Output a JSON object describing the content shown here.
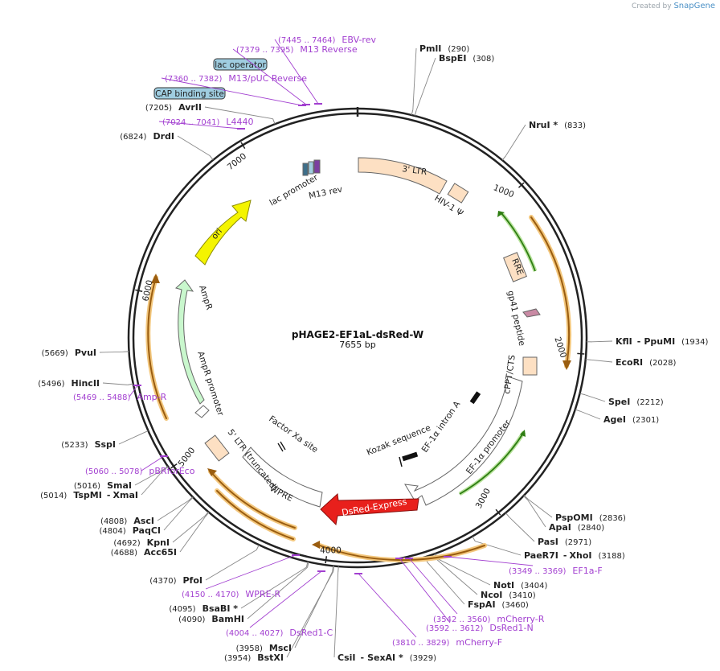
{
  "credit": {
    "prefix": "Created by",
    "brand": "SnapGene"
  },
  "plasmid": {
    "name": "pHAGE2-EF1aL-dsRed-W",
    "size": "7655 bp"
  },
  "ticks": [
    "1000",
    "2000",
    "3000",
    "4000",
    "5000",
    "6000",
    "7000"
  ],
  "enzymes": [
    {
      "name": "PmlI",
      "pos": "(290)"
    },
    {
      "name": "BspEI",
      "pos": "(308)"
    },
    {
      "name": "NruI *",
      "pos": "(833)"
    },
    {
      "name": "KflI",
      "name2": "PpuMI",
      "pos": "(1934)"
    },
    {
      "name": "EcoRI",
      "pos": "(2028)"
    },
    {
      "name": "SpeI",
      "pos": "(2212)"
    },
    {
      "name": "AgeI",
      "pos": "(2301)"
    },
    {
      "name": "PspOMI",
      "pos": "(2836)"
    },
    {
      "name": "ApaI",
      "pos": "(2840)"
    },
    {
      "name": "PasI",
      "pos": "(2971)"
    },
    {
      "name": "PaeR7I",
      "name2": "XhoI",
      "pos": "(3188)"
    },
    {
      "name": "NotI",
      "pos": "(3404)"
    },
    {
      "name": "NcoI",
      "pos": "(3410)"
    },
    {
      "name": "FspAI",
      "pos": "(3460)"
    },
    {
      "name": "CsiI",
      "name2": "SexAI *",
      "pos": "(3929)"
    },
    {
      "name": "BstXI",
      "pos": "(3954)"
    },
    {
      "name": "MscI",
      "pos": "(3958)"
    },
    {
      "name": "BamHI",
      "pos": "(4090)"
    },
    {
      "name": "BsaBI *",
      "pos": "(4095)"
    },
    {
      "name": "PfoI",
      "pos": "(4370)"
    },
    {
      "name": "Acc65I",
      "pos": "(4688)"
    },
    {
      "name": "KpnI",
      "pos": "(4692)"
    },
    {
      "name": "PaqCI",
      "pos": "(4804)"
    },
    {
      "name": "AscI",
      "pos": "(4808)"
    },
    {
      "name": "TspMI",
      "name2": "XmaI",
      "pos": "(5014)"
    },
    {
      "name": "SmaI",
      "pos": "(5016)"
    },
    {
      "name": "SspI",
      "pos": "(5233)"
    },
    {
      "name": "HincII",
      "pos": "(5496)"
    },
    {
      "name": "PvuI",
      "pos": "(5669)"
    },
    {
      "name": "DrdI",
      "pos": "(6824)"
    },
    {
      "name": "AvrII",
      "pos": "(7205)"
    }
  ],
  "primers": [
    {
      "name": "EBV-rev",
      "pos": "(7445 .. 7464)"
    },
    {
      "name": "M13 Reverse",
      "pos": "(7379 .. 7395)"
    },
    {
      "name": "M13/pUC Reverse",
      "pos": "(7360 .. 7382)"
    },
    {
      "name": "L4440",
      "pos": "(7024 .. 7041)"
    },
    {
      "name": "Amp-R",
      "pos": "(5469 .. 5488)"
    },
    {
      "name": "pBRforEco",
      "pos": "(5060 .. 5078)"
    },
    {
      "name": "WPRE-R",
      "pos": "(4150 .. 4170)"
    },
    {
      "name": "DsRed1-C",
      "pos": "(4004 .. 4027)"
    },
    {
      "name": "mCherry-F",
      "pos": "(3810 .. 3829)"
    },
    {
      "name": "DsRed1-N",
      "pos": "(3592 .. 3612)"
    },
    {
      "name": "mCherry-R",
      "pos": "(3542 .. 3560)"
    },
    {
      "name": "EF1a-F",
      "pos": "(3349 .. 3369)"
    }
  ],
  "boxes": [
    "lac operator",
    "CAP binding site"
  ],
  "features": {
    "ltr3": "3' LTR",
    "hiv_psi": "HIV-1 Ψ",
    "rre": "RRE",
    "gp41": "gp41 peptide",
    "cppt": "cPPT/CTS",
    "ef1a_intron": "EF-1α intron A",
    "ef1a_promoter": "EF-1α promoter",
    "kozak": "Kozak sequence",
    "dsred": "DsRed-Express",
    "wpre": "WPRE",
    "ltr5": "5' LTR (truncated)",
    "factor_xa": "Factor Xa site",
    "ampr_promoter": "AmpR promoter",
    "ampr": "AmpR",
    "ori": "ori",
    "lac_promoter": "lac promoter",
    "m13rev": "M13 rev"
  },
  "colors": {
    "backbone": "#222222",
    "primer": "#a23fd0",
    "ltr": "#fde0c3",
    "dsred": "#e8201c",
    "ori": "#f4f400",
    "ampr": "#c9f7cd",
    "orange_arrow": "#d17a0c",
    "green_arrow": "#49a81e",
    "box_fill": "#9fcde0"
  }
}
